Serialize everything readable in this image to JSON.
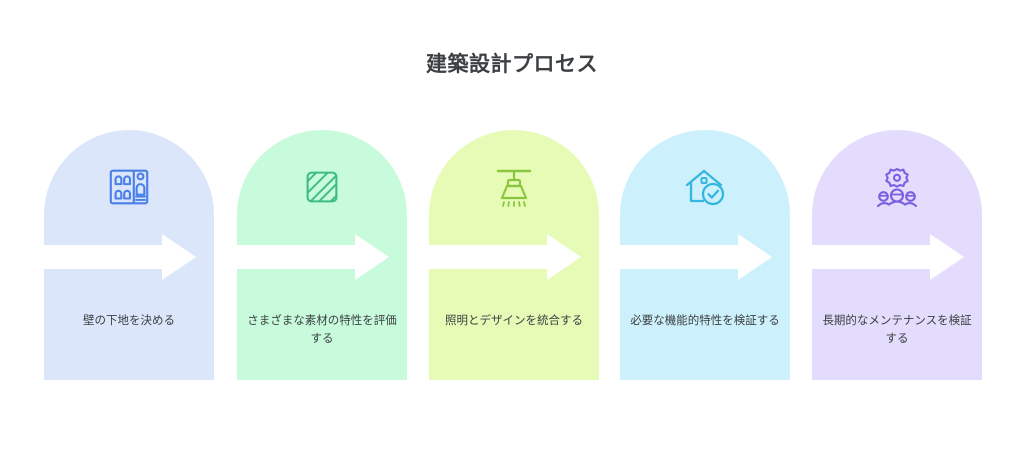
{
  "page": {
    "title": "建築設計プロセス",
    "background_color": "#ffffff",
    "title_color": "#3c4043",
    "caption_color": "#3c4043",
    "arrow_color": "#ffffff",
    "type": "process-flow-infographic",
    "step_count": 5
  },
  "steps": [
    {
      "index": "1",
      "caption": "壁の下地を決める",
      "fill_color": "#dbe6fb",
      "icon_color": "#4a7fe8",
      "icon_name": "building-facade-icon"
    },
    {
      "index": "2",
      "caption": "さまざまな素材の特性を評価する",
      "fill_color": "#c8fbdc",
      "icon_color": "#3fbc82",
      "icon_name": "material-swatch-hatched-icon"
    },
    {
      "index": "3",
      "caption": "照明とデザインを統合する",
      "fill_color": "#e6fbb6",
      "icon_color": "#8cc63f",
      "icon_name": "pendant-lamp-icon"
    },
    {
      "index": "4",
      "caption": "必要な機能的特性を検証する",
      "fill_color": "#cdf1fc",
      "icon_color": "#35b6e0",
      "icon_name": "house-check-icon"
    },
    {
      "index": "5",
      "caption": "長期的なメンテナンスを検証する",
      "fill_color": "#e4dcfc",
      "icon_color": "#7c5fe0",
      "icon_name": "team-gear-icon"
    }
  ]
}
